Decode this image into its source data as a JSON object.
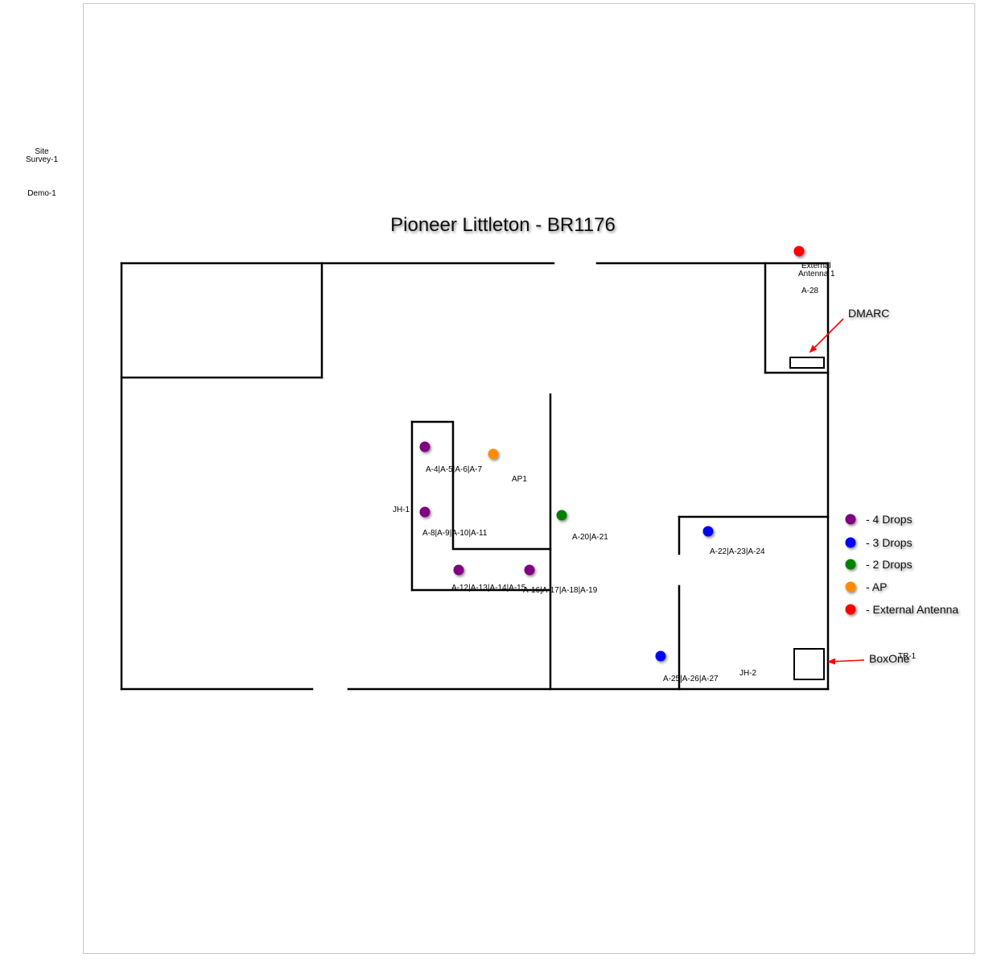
{
  "sidebar": {
    "items": [
      {
        "line1": "Site",
        "line2": "Survey-1"
      },
      {
        "line1": "Demo-1",
        "line2": ""
      }
    ]
  },
  "diagram": {
    "title": "Pioneer Littleton - BR1176",
    "colors": {
      "four_drops": "#800080",
      "three_drops": "#0000ff",
      "two_drops": "#008000",
      "ap": "#ff8c00",
      "external_antenna": "#ff0000",
      "walls": "#000000",
      "arrow": "#ff0000"
    },
    "labels": {
      "external_antenna_1a": "External",
      "external_antenna_1b": "Antenna 1",
      "a28": "A-28",
      "drops_a4_a7": "A-4|A-5|A-6|A-7",
      "ap1": "AP1",
      "jh1": "JH-1",
      "drops_a8_a11": "A-8|A-9|A-10|A-11",
      "drops_a20_a21": "A-20|A-21",
      "drops_a12_a15": "A-12|A-13|A-14|A-15",
      "drops_a16_a19": "A-16|A-17|A-18|A-19",
      "drops_a22_a24": "A-22|A-23|A-24",
      "drops_a25_a27": "A-25|A-26|A-27",
      "jh2": "JH-2",
      "tr1": "TR-1"
    },
    "callouts": {
      "dmarc": "DMARC",
      "boxone": "BoxOne"
    },
    "legend": [
      {
        "label": "- 4 Drops",
        "color": "#800080"
      },
      {
        "label": "- 3 Drops",
        "color": "#0000ff"
      },
      {
        "label": "- 2 Drops",
        "color": "#008000"
      },
      {
        "label": "- AP",
        "color": "#ff8c00"
      },
      {
        "label": "- External Antenna",
        "color": "#ff0000"
      }
    ]
  }
}
